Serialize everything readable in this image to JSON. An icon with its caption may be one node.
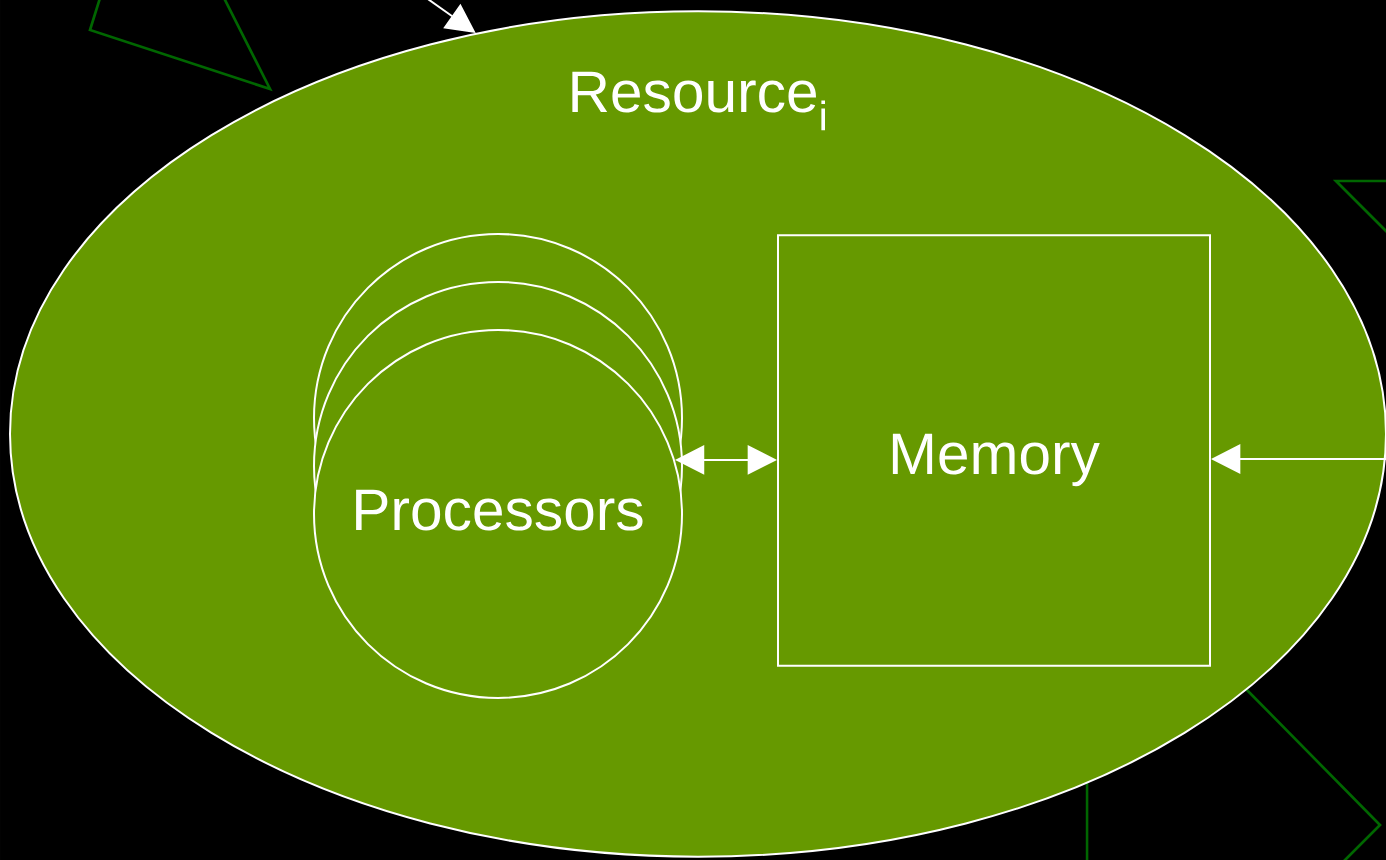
{
  "diagram": {
    "nodes": [
      {
        "text": [
          "Resource$_{i}$"
        ]
      },
      {
        "text": [
          "Processors"
        ],
        "in": 0
      },
      {
        "text": [
          "Memory"
        ],
        "in": 0
      }
    ],
    "edges": [
      {
        "from": 1,
        "to": 2,
        "arrow": "both"
      },
      {
        "from": null,
        "to": 2,
        "arrow": "to"
      },
      {
        "from": null,
        "to": 0,
        "arrow": "to"
      }
    ]
  }
}
